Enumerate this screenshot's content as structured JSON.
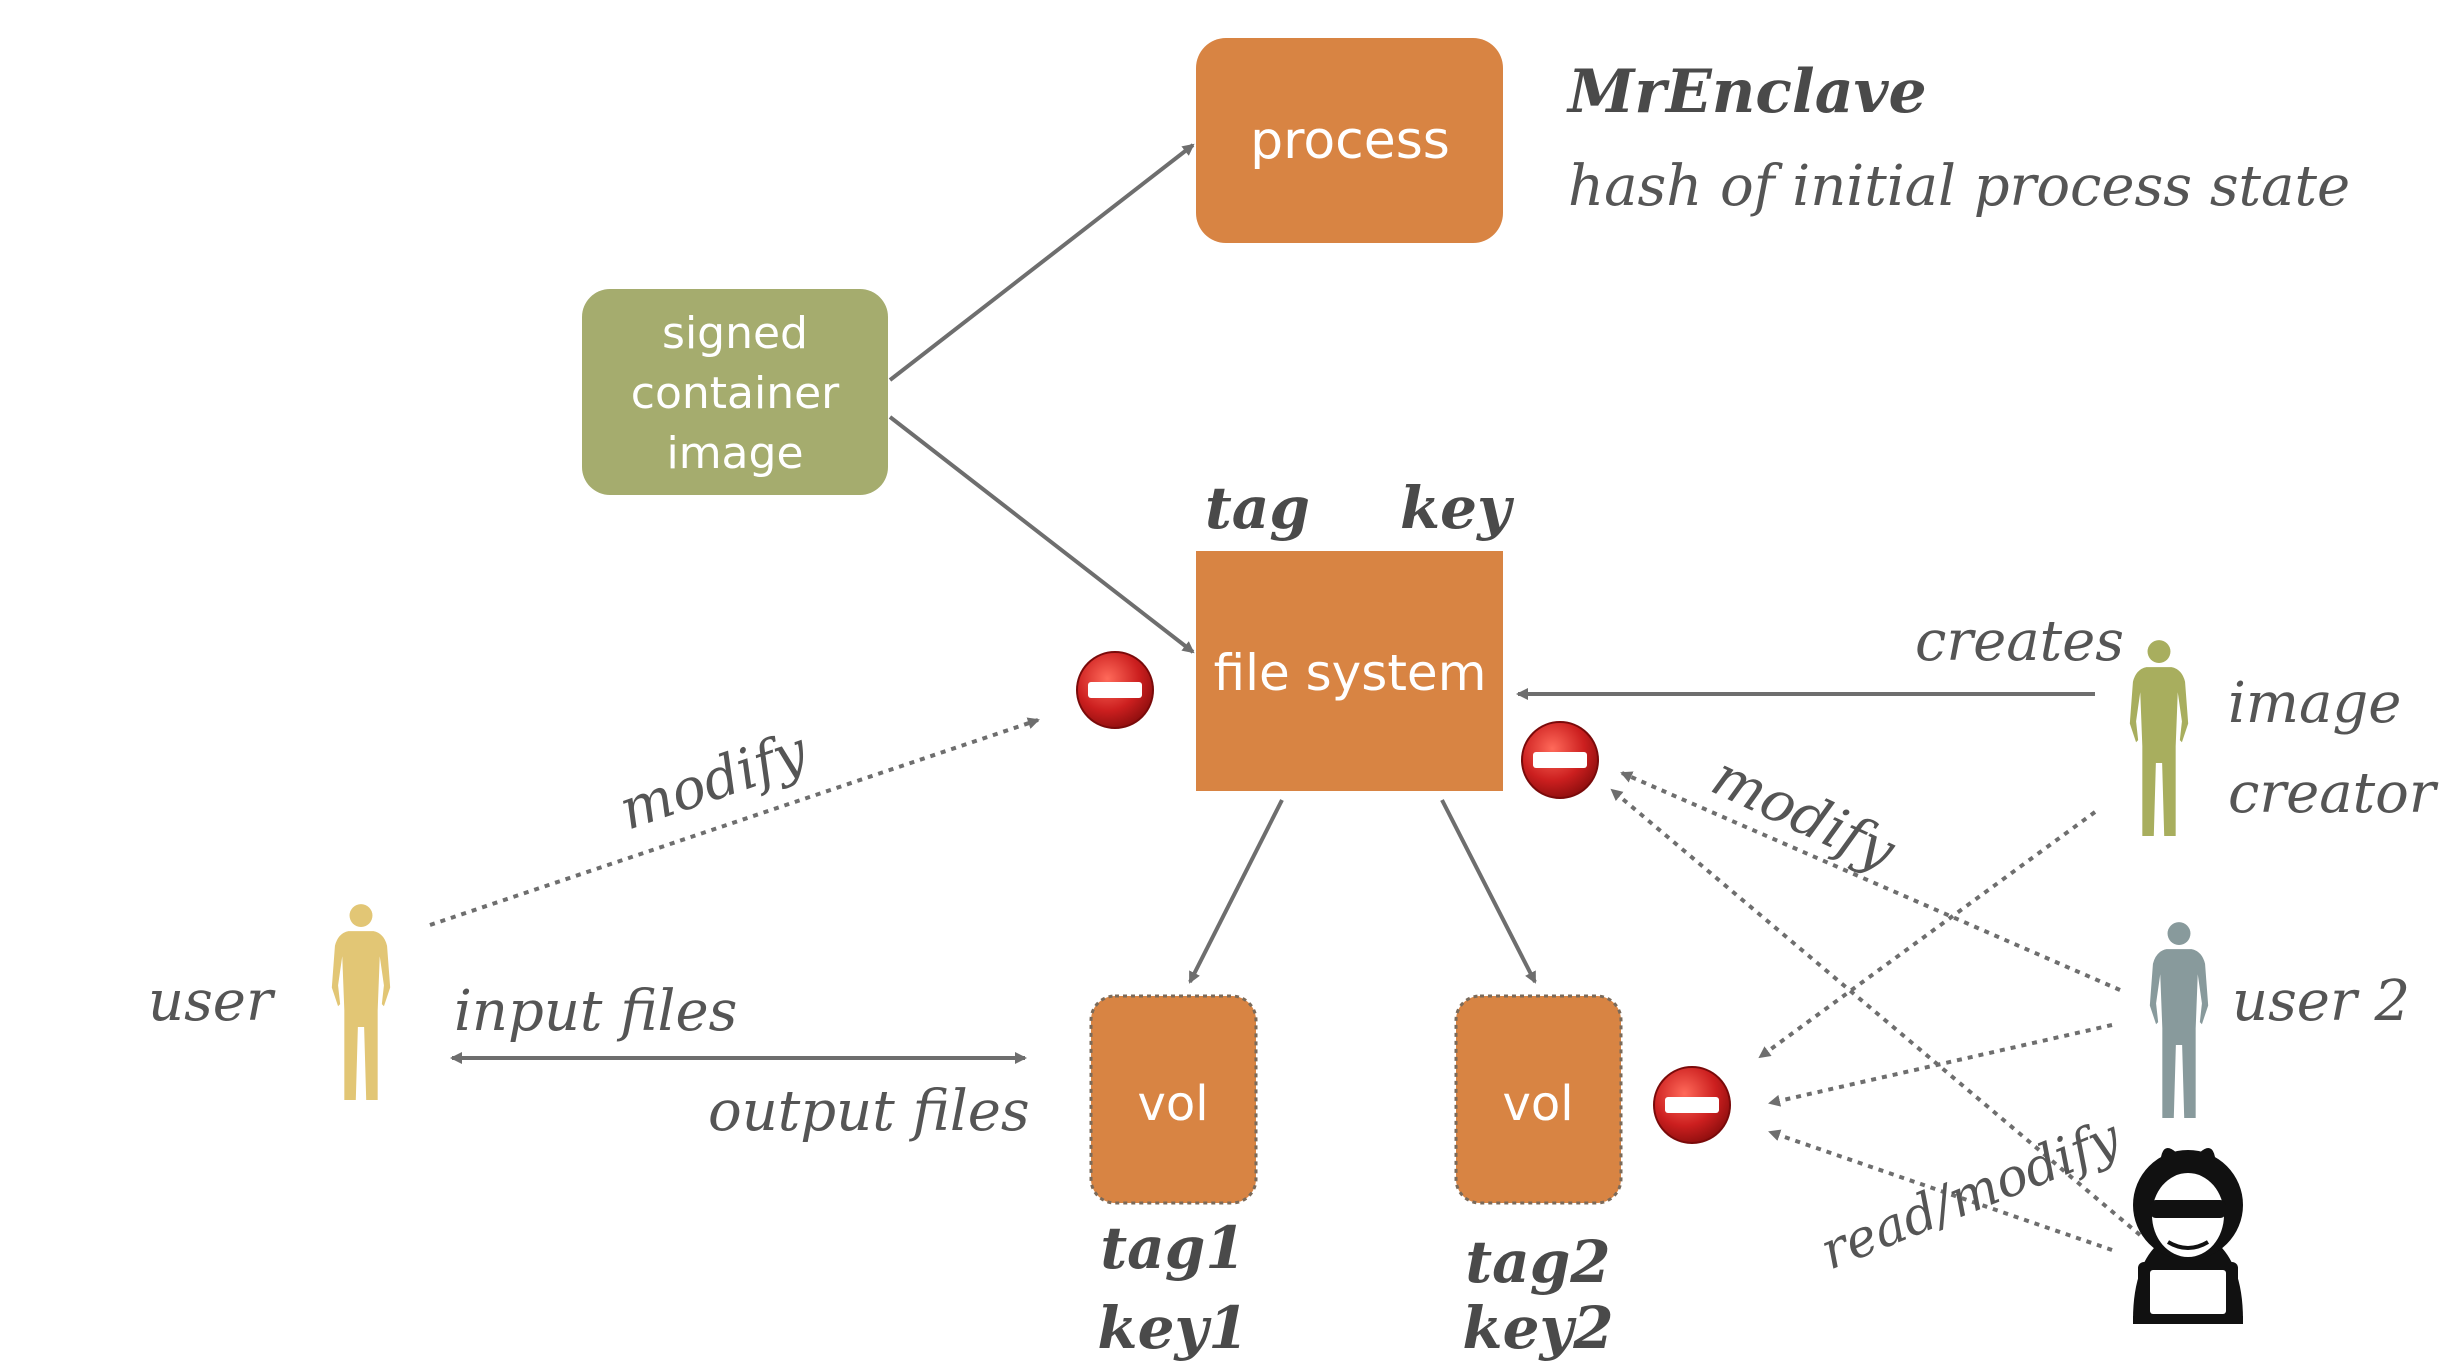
{
  "boxes": {
    "process": "process",
    "signed_line1": "signed",
    "signed_line2": "container",
    "signed_line3": "image",
    "file_system": "file system",
    "vol1": "vol",
    "vol2": "vol"
  },
  "labels": {
    "mrenclave_title": "MrEnclave",
    "mrenclave_desc": "hash of initial process state",
    "tag": "tag",
    "key": "key",
    "creates": "creates",
    "image_creator_line1": "image",
    "image_creator_line2": "creator",
    "modify_left": "modify",
    "modify_right": "modify",
    "user": "user",
    "input_files": "input files",
    "output_files": "output files",
    "user2": "user 2",
    "read_modify": "read/modify",
    "tag1": "tag1",
    "key1": "key1",
    "tag2": "tag2",
    "key2": "key2"
  },
  "colors": {
    "orange": "#D88443",
    "olive": "#A5AC6E",
    "user_yellow": "#E2C675",
    "creator_olive": "#A8AE5E",
    "user2_gray": "#889A9C",
    "arrow_gray": "#6e6e6e",
    "no_entry_red": "#CC2222"
  },
  "icons": [
    "person-icon",
    "hacker-icon",
    "no-entry-icon"
  ]
}
